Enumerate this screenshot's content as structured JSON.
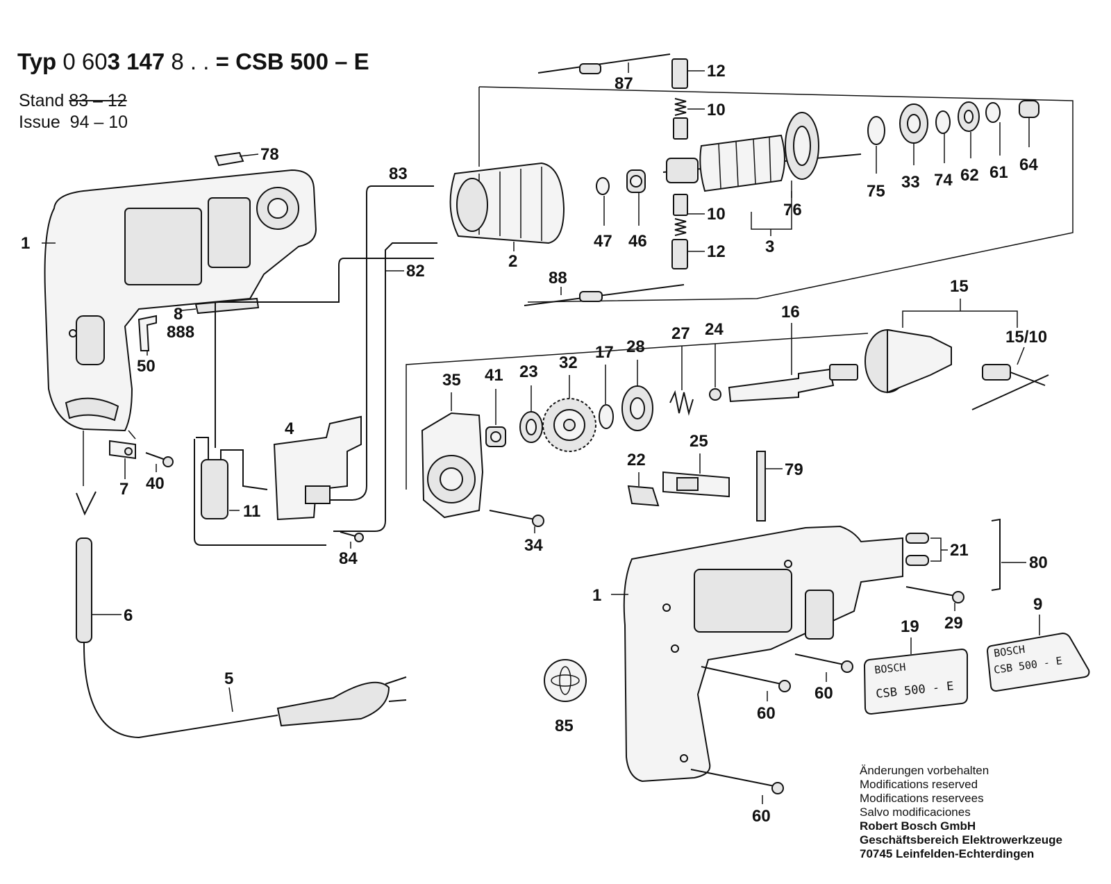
{
  "header": {
    "typ_label": "Typ",
    "typ_number_a": "0 60",
    "typ_number_b": "3 147",
    "typ_number_c": "8 . .",
    "equals": "=",
    "model": "CSB 500 – E"
  },
  "stand": {
    "stand_label": "Stand",
    "stand_value": "83 – 12",
    "issue_label": "Issue",
    "issue_value": "94 – 10"
  },
  "labels": {
    "p1a": "1",
    "p1b": "1",
    "p2": "2",
    "p3": "3",
    "p4": "4",
    "p5": "5",
    "p6": "6",
    "p7": "7",
    "p8": "8",
    "p888": "888",
    "p9": "9",
    "p10a": "10",
    "p10b": "10",
    "p11": "11",
    "p12a": "12",
    "p12b": "12",
    "p15": "15",
    "p15_10": "15/10",
    "p16": "16",
    "p17": "17",
    "p19": "19",
    "p21": "21",
    "p22": "22",
    "p23": "23",
    "p24": "24",
    "p25": "25",
    "p27": "27",
    "p28": "28",
    "p29": "29",
    "p32": "32",
    "p33": "33",
    "p34": "34",
    "p35": "35",
    "p40": "40",
    "p41": "41",
    "p46": "46",
    "p47": "47",
    "p50": "50",
    "p60a": "60",
    "p60b": "60",
    "p60c": "60",
    "p61": "61",
    "p62": "62",
    "p64": "64",
    "p74": "74",
    "p75": "75",
    "p76": "76",
    "p78": "78",
    "p79": "79",
    "p80": "80",
    "p82": "82",
    "p83": "83",
    "p84": "84",
    "p85": "85",
    "p87": "87",
    "p88": "88"
  },
  "plates": {
    "plate19_brand": "BOSCH",
    "plate19_model": "CSB 500 - E",
    "plate9_brand": "BOSCH",
    "plate9_model": "CSB 500 - E"
  },
  "footer": {
    "line1": "Änderungen vorbehalten",
    "line2": "Modifications reserved",
    "line3": "Modifications reservees",
    "line4": "Salvo modificaciones",
    "line5": "Robert Bosch GmbH",
    "line6": "Geschäftsbereich Elektrowerkzeuge",
    "line7": "70745 Leinfelden-Echterdingen"
  }
}
